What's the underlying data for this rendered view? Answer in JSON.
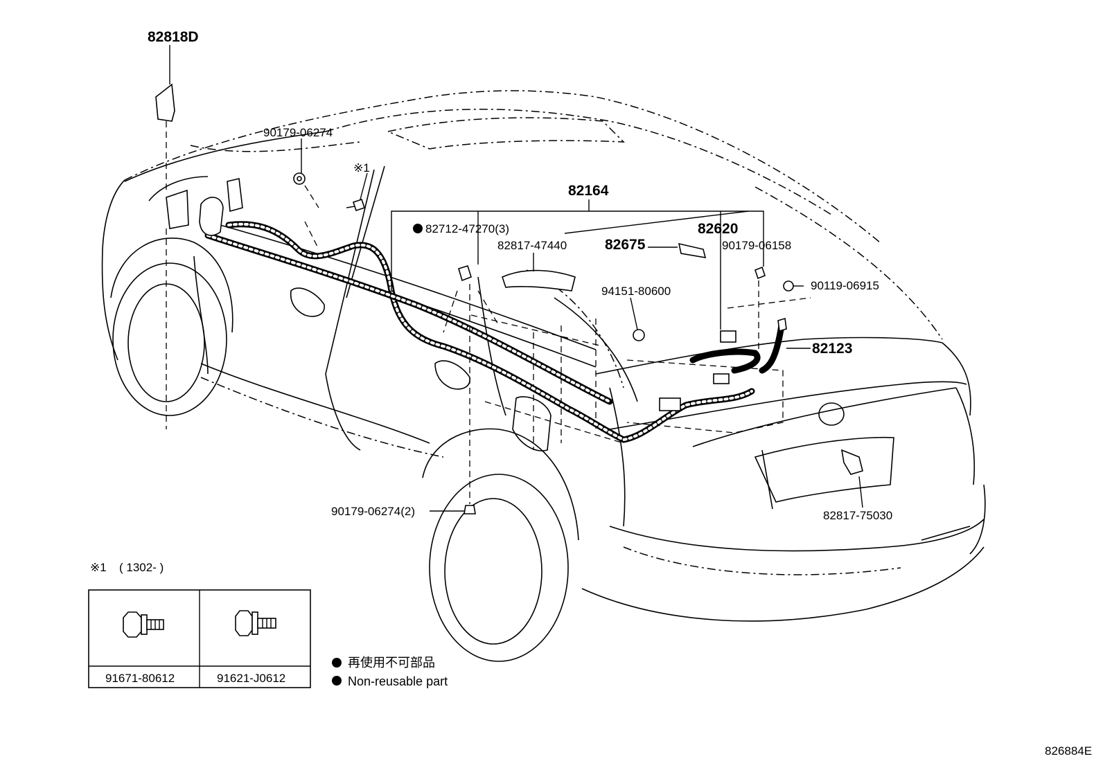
{
  "labels": {
    "p82818D": "82818D",
    "p90179_06274_top": "90179-06274",
    "note1_mark": "※1",
    "p82164": "82164",
    "p82712": "82712-47270(3)",
    "p82817_47440": "82817-47440",
    "p82620": "82620",
    "p82675": "82675",
    "p90179_06158": "90179-06158",
    "p90119_06915": "90119-06915",
    "p94151_80600": "94151-80600",
    "p82123": "82123",
    "p90179_06274_2": "90179-06274(2)",
    "p82817_75030": "82817-75030"
  },
  "inset": {
    "heading_mark": "※1",
    "heading_range": "( 1302-        )",
    "cells": [
      {
        "part_number": "91671-80612"
      },
      {
        "part_number": "91621-J0612"
      }
    ]
  },
  "legend": {
    "line_jp": "再使用不可部品",
    "line_en": "Non-reusable part"
  },
  "figure_id": "826884E",
  "colors": {
    "ink": "#000000",
    "paper": "#ffffff"
  }
}
